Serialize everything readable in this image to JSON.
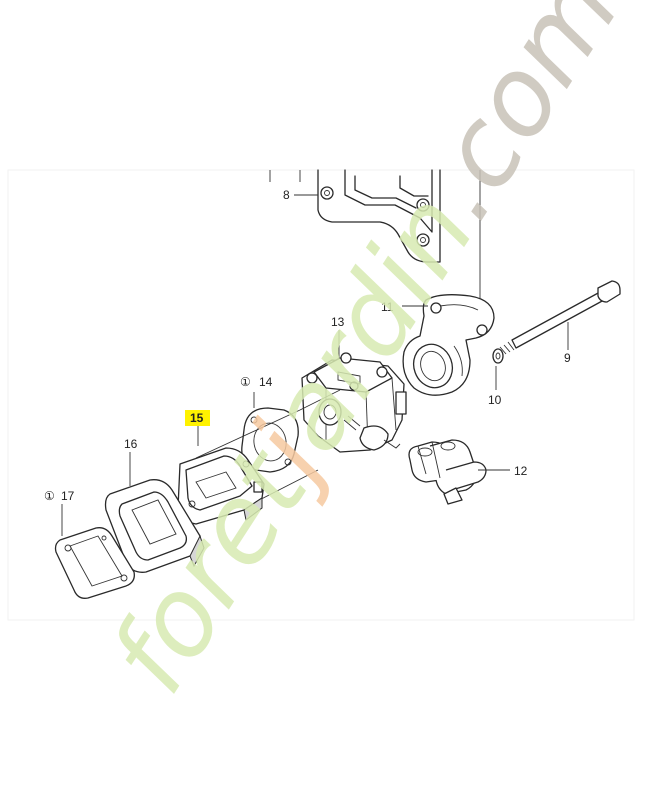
{
  "labels": {
    "p8": "8",
    "p9": "9",
    "p10": "10",
    "p11": "11",
    "p12": "12",
    "p13": "13",
    "p14": "14",
    "p15": "15",
    "p16": "16",
    "p17": "17"
  },
  "symbols": {
    "circled_one": "①"
  },
  "watermark": {
    "text_green": "foret",
    "text_orange": "j",
    "text_green2": "ardin",
    "text_grey": ".com",
    "color_green": "#d8ebb2",
    "color_orange": "#f6c9a0",
    "color_grey": "#c8c2b8"
  },
  "colors": {
    "highlight": "#fff200",
    "line": "#2a2a2a"
  }
}
